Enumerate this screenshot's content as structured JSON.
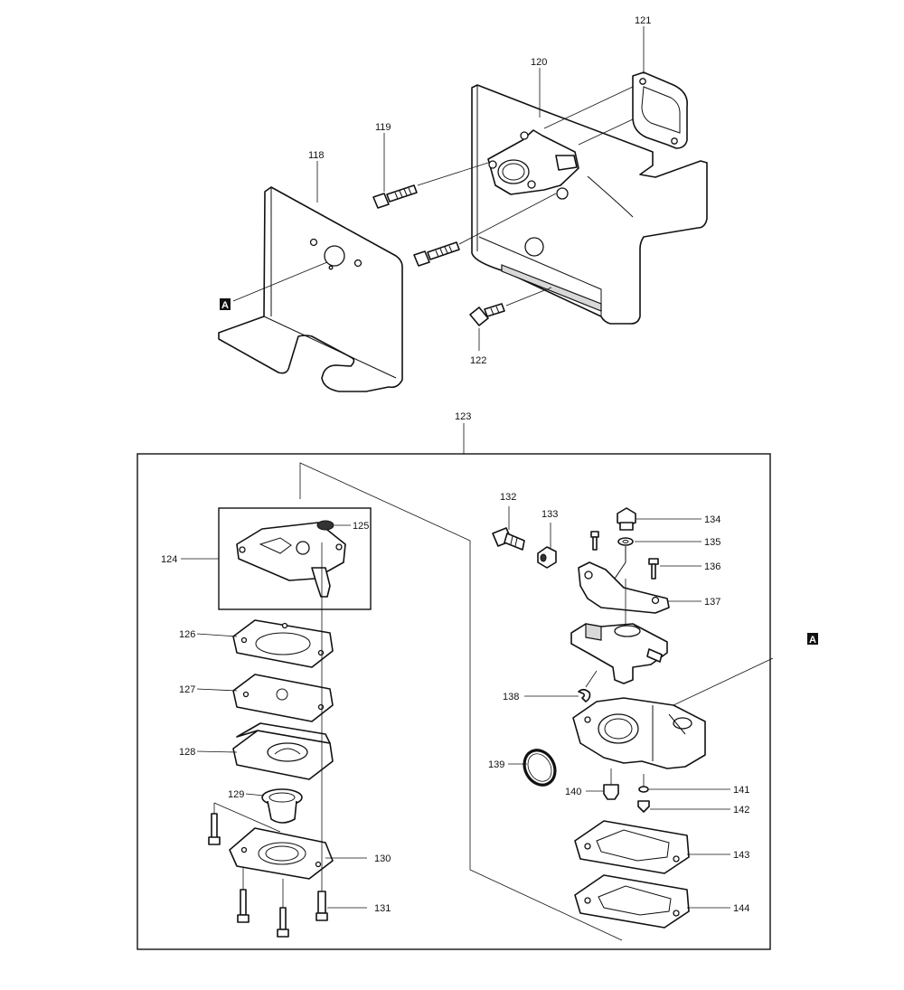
{
  "diagram": {
    "callouts": [
      "118",
      "119",
      "120",
      "121",
      "122",
      "123",
      "124",
      "125",
      "126",
      "127",
      "128",
      "129",
      "130",
      "131",
      "132",
      "133",
      "134",
      "135",
      "136",
      "137",
      "138",
      "139",
      "140",
      "141",
      "142",
      "143",
      "144"
    ],
    "reference_marker": "A"
  }
}
